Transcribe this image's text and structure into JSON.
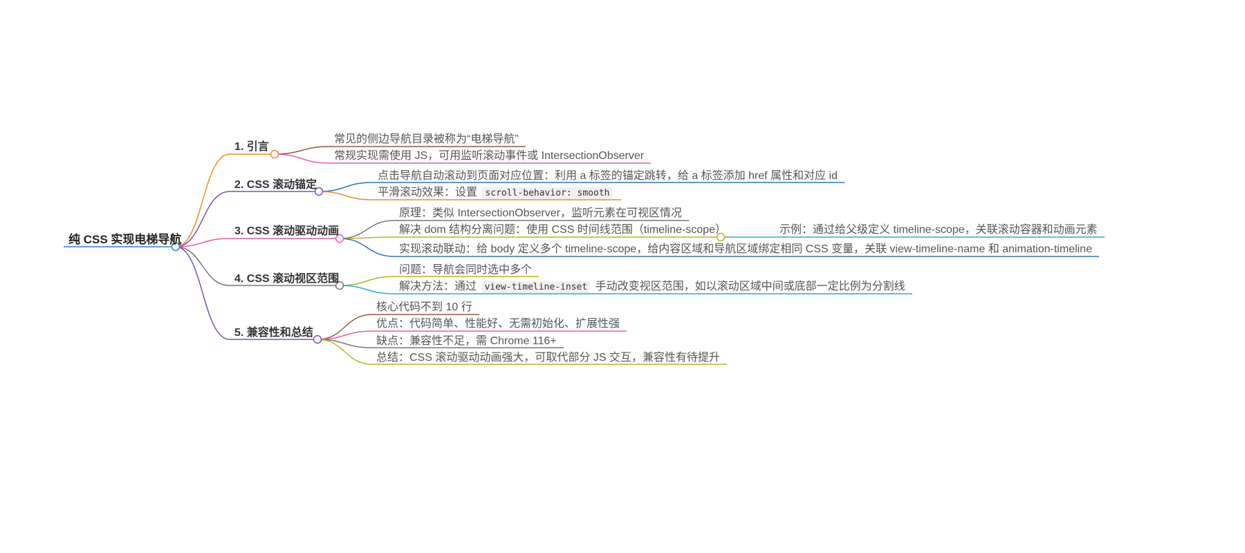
{
  "root": {
    "label": "纯 CSS 实现电梯导航",
    "color": "#2f7dd1"
  },
  "branches": [
    {
      "label": "1. 引言",
      "color": "#f28b1e",
      "children": [
        {
          "parts": [
            {
              "t": "常见的侧边导航目录被称为“电梯导航”"
            }
          ],
          "color": "#8c5a46"
        },
        {
          "parts": [
            {
              "t": "常规实现需使用 JS，可用监听滚动事件或 IntersectionObserver"
            }
          ],
          "color": "#e85aa8"
        }
      ]
    },
    {
      "label": "2. CSS 滚动锚定",
      "color": "#7b4fb3",
      "children": [
        {
          "parts": [
            {
              "t": "点击导航自动滚动到页面对应位置：利用 a 标签的锚定跳转，给 a 标签添加 href 属性和对应 id"
            }
          ],
          "color": "#2a75b8"
        },
        {
          "parts": [
            {
              "t": "平滑滚动效果：设置 "
            },
            {
              "t": "scroll-behavior: smooth",
              "code": true
            }
          ],
          "color": "#f28b1e"
        }
      ]
    },
    {
      "label": "3. CSS 滚动驱动动画",
      "color": "#e85aa8",
      "children": [
        {
          "parts": [
            {
              "t": "原理：类似 IntersectionObserver，监听元素在可视区情况"
            }
          ],
          "color": "#777777"
        },
        {
          "parts": [
            {
              "t": "解决 dom 结构分离问题：使用 CSS 时间线范围（timeline-scope）"
            }
          ],
          "color": "#b5b51e",
          "children": [
            {
              "parts": [
                {
                  "t": "示例：通过给父级定义 timeline-scope，关联滚动容器和动画元素"
                }
              ],
              "color": "#2aa8d8"
            }
          ]
        },
        {
          "parts": [
            {
              "t": "实现滚动联动：给 body 定义多个 timeline-scope，给内容区域和导航区域绑定相同 CSS 变量，关联 view-timeline-name 和 animation-timeline"
            }
          ],
          "color": "#2a75b8"
        }
      ]
    },
    {
      "label": "4. CSS 滚动视区范围",
      "color": "#777777",
      "children": [
        {
          "parts": [
            {
              "t": "问题：导航会同时选中多个"
            }
          ],
          "color": "#b5b51e"
        },
        {
          "parts": [
            {
              "t": "解决方法：通过 "
            },
            {
              "t": "view-timeline-inset",
              "code": true
            },
            {
              "t": " 手动改变视区范围，如以滚动区域中间或底部一定比例为分割线"
            }
          ],
          "color": "#2aa8d8"
        }
      ]
    },
    {
      "label": "5. 兼容性和总结",
      "color": "#7b4fb3",
      "children": [
        {
          "parts": [
            {
              "t": "核心代码不到 10 行"
            }
          ],
          "color": "#8c5a46"
        },
        {
          "parts": [
            {
              "t": "优点：代码简单、性能好、无需初始化、扩展性强"
            }
          ],
          "color": "#e85aa8"
        },
        {
          "parts": [
            {
              "t": "缺点：兼容性不足，需 Chrome 116+"
            }
          ],
          "color": "#777777"
        },
        {
          "parts": [
            {
              "t": "总结：CSS 滚动驱动动画强大，可取代部分 JS 交互，兼容性有待提升"
            }
          ],
          "color": "#b5b51e"
        }
      ]
    }
  ]
}
